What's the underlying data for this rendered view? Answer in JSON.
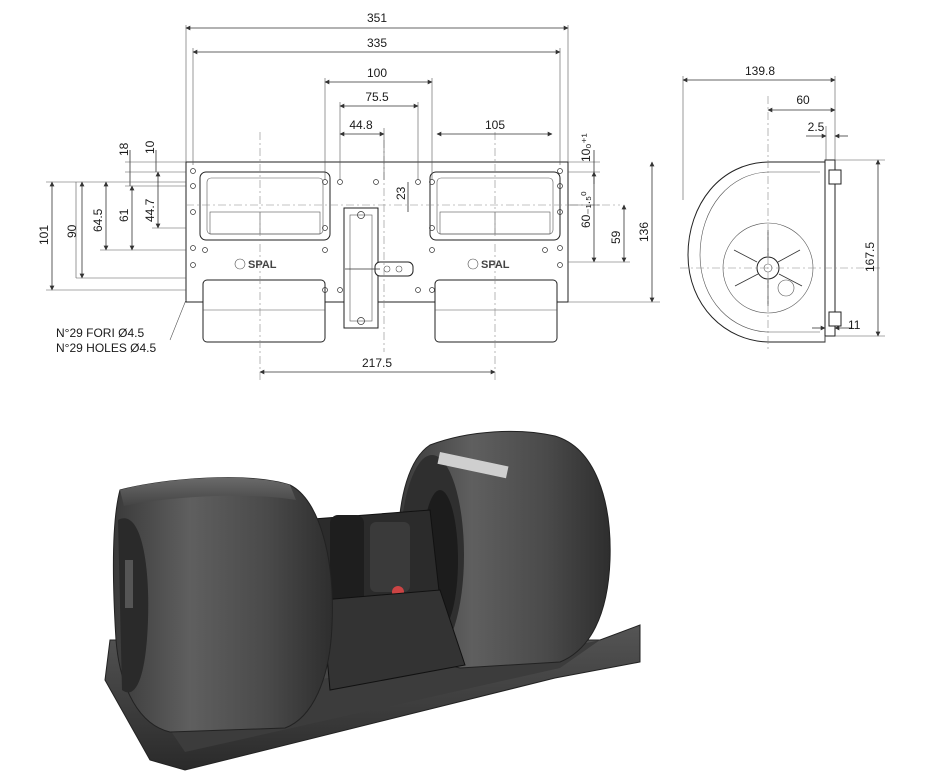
{
  "front_view": {
    "dimensions": {
      "d351": "351",
      "d335": "335",
      "d100": "100",
      "d75_5": "75.5",
      "d44_8": "44.8",
      "d105": "105",
      "d10_tol": "10₀⁺¹",
      "d18": "18",
      "d10": "10",
      "d23": "23",
      "d101": "101",
      "d90": "90",
      "d64_5": "64.5",
      "d61": "61",
      "d44_7": "44.7",
      "d60_tol": "60₋₁.₅⁰",
      "d59": "59",
      "d136": "136",
      "d217_5": "217.5"
    },
    "logo_text": "SPAL",
    "holes_note_it": "N°29 FORI Ø4.5",
    "holes_note_en": "N°29 HOLES Ø4.5"
  },
  "side_view": {
    "dimensions": {
      "d139_8": "139.8",
      "d60": "60",
      "d2_5": "2.5",
      "d167_5": "167.5",
      "d11": "11"
    }
  },
  "photo": {
    "subject": "double-inlet centrifugal blower with motor"
  }
}
